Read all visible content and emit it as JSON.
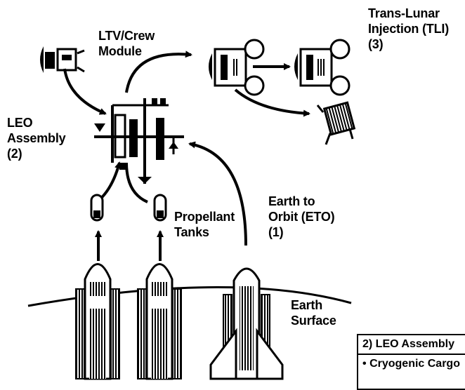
{
  "labels": {
    "ltv_crew": [
      "LTV/Crew",
      "Module"
    ],
    "tli": [
      "Trans-Lunar",
      "Injection (TLI)",
      "(3)"
    ],
    "leo_assembly": [
      "LEO",
      "Assembly",
      "(2)"
    ],
    "eto": [
      "Earth to",
      "Orbit (ETO)",
      "(1)"
    ],
    "propellant": [
      "Propellant",
      "Tanks"
    ],
    "earth": [
      "Earth",
      "Surface"
    ]
  },
  "legend": {
    "header": "2)  LEO Assembly",
    "bullet": "•",
    "item": "Cryogenic Cargo"
  }
}
